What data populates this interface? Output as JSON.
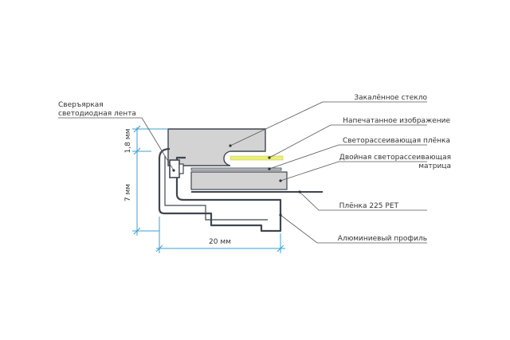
{
  "labels": {
    "led_strip_line1": "Сверъяркая",
    "led_strip_line2": "светодиодная лента",
    "tempered_glass": "Закалённое стекло",
    "printed_image": "Напечатанное изображение",
    "diffuser_film": "Светорассеивающая плёнка",
    "double_diffuser_line1": "Двойная светорассеивающая",
    "double_diffuser_line2": "матрица",
    "pet_film": "Плёнка 225 PET",
    "aluminum_profile": "Алюминиевый профиль"
  },
  "dimensions": {
    "top_height": "1,8 мм",
    "side_height": "7 мм",
    "width": "20 мм"
  },
  "colors": {
    "outline": "#3f4650",
    "glass_fill": "#d3d3d3",
    "image_fill": "#e9ef7a",
    "dimension_line": "#3aa0d3",
    "leader_line": "#555555"
  }
}
